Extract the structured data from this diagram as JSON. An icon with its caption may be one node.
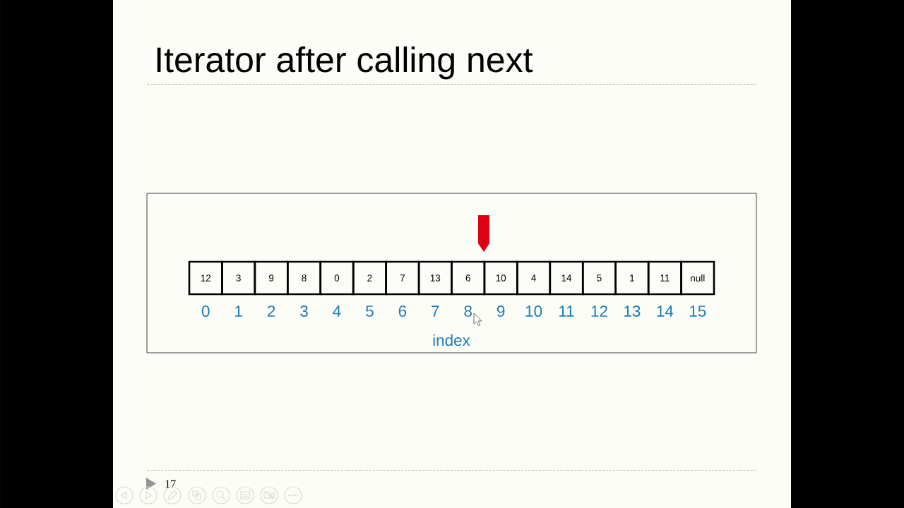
{
  "diagram": {
    "title": "Iterator after calling next",
    "nodes": [
      {
        "text": [],
        "shape": "box"
      },
      {
        "text": [
          "12"
        ],
        "in": 0
      },
      {
        "text": [
          "3"
        ],
        "in": 0
      },
      {
        "text": [
          "9"
        ],
        "in": 0
      },
      {
        "text": [
          "8"
        ],
        "in": 0
      },
      {
        "text": [
          "0"
        ],
        "in": 0
      },
      {
        "text": [
          "2"
        ],
        "in": 0
      },
      {
        "text": [
          "7"
        ],
        "in": 0
      },
      {
        "text": [
          "13"
        ],
        "in": 0
      },
      {
        "text": [
          "6"
        ],
        "in": 0
      },
      {
        "text": [
          "10"
        ],
        "in": 0
      },
      {
        "text": [
          "4"
        ],
        "in": 0
      },
      {
        "text": [
          "14"
        ],
        "in": 0
      },
      {
        "text": [
          "5"
        ],
        "in": 0
      },
      {
        "text": [
          "1"
        ],
        "in": 0
      },
      {
        "text": [
          "11"
        ],
        "in": 0
      },
      {
        "text": [
          "null"
        ],
        "in": 0
      }
    ],
    "labels": [
      "0",
      "1",
      "2",
      "3",
      "4",
      "5",
      "6",
      "7",
      "8",
      "9",
      "10",
      "11",
      "12",
      "13",
      "14",
      "15",
      "index",
      "17"
    ]
  }
}
